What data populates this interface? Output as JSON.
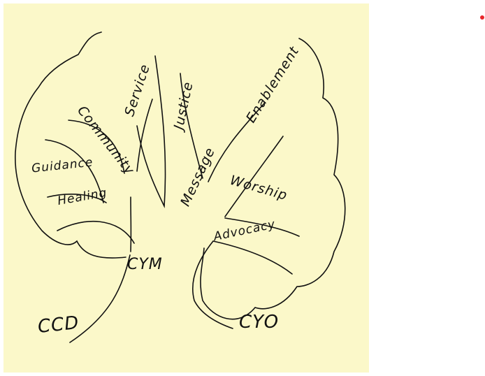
{
  "diagram": {
    "labels": {
      "service": "Service",
      "justice": "Justice",
      "enablement": "Enablement",
      "community": "Community",
      "message": "Message",
      "guidance": "Guidance",
      "healing": "Healing",
      "worship": "Worship",
      "advocacy": "Advocacy",
      "cym": "CYM",
      "ccd": "CCD",
      "cyo": "CYO"
    },
    "colors": {
      "paper": "#fbf8c9",
      "ink": "#111111",
      "marker": "#e8262b"
    }
  }
}
